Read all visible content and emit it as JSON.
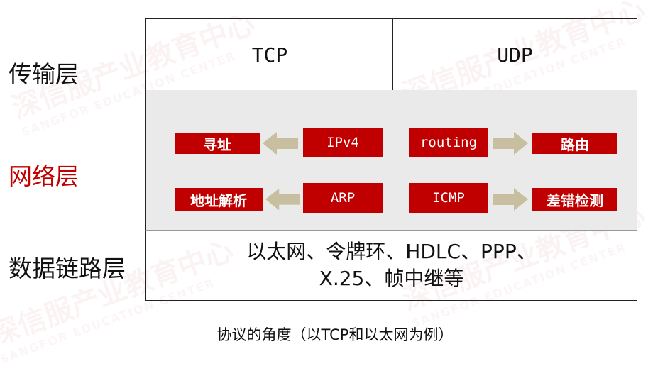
{
  "layers": {
    "transport": "传输层",
    "network": "网络层",
    "datalink": "数据链路层"
  },
  "transport": {
    "tcp": "TCP",
    "udp": "UDP"
  },
  "network": {
    "ipv4": "IPv4",
    "addressing": "寻址",
    "routing": "routing",
    "routing_cn": "路由",
    "arp": "ARP",
    "address_resolution": "地址解析",
    "icmp": "ICMP",
    "error_detection": "差错检测"
  },
  "datalink": {
    "line1": "以太网、令牌环、HDLC、PPP、",
    "line2": "X.25、帧中继等"
  },
  "caption": "协议的角度（以TCP和以太网为例）",
  "watermark": {
    "brand": "深信服产业教育中心",
    "english": "SANGFOR EDUCATION CENTER"
  },
  "colors": {
    "accent_red": "#c00000",
    "network_bg": "#eaeaea",
    "arrow": "#c8bfa0"
  }
}
